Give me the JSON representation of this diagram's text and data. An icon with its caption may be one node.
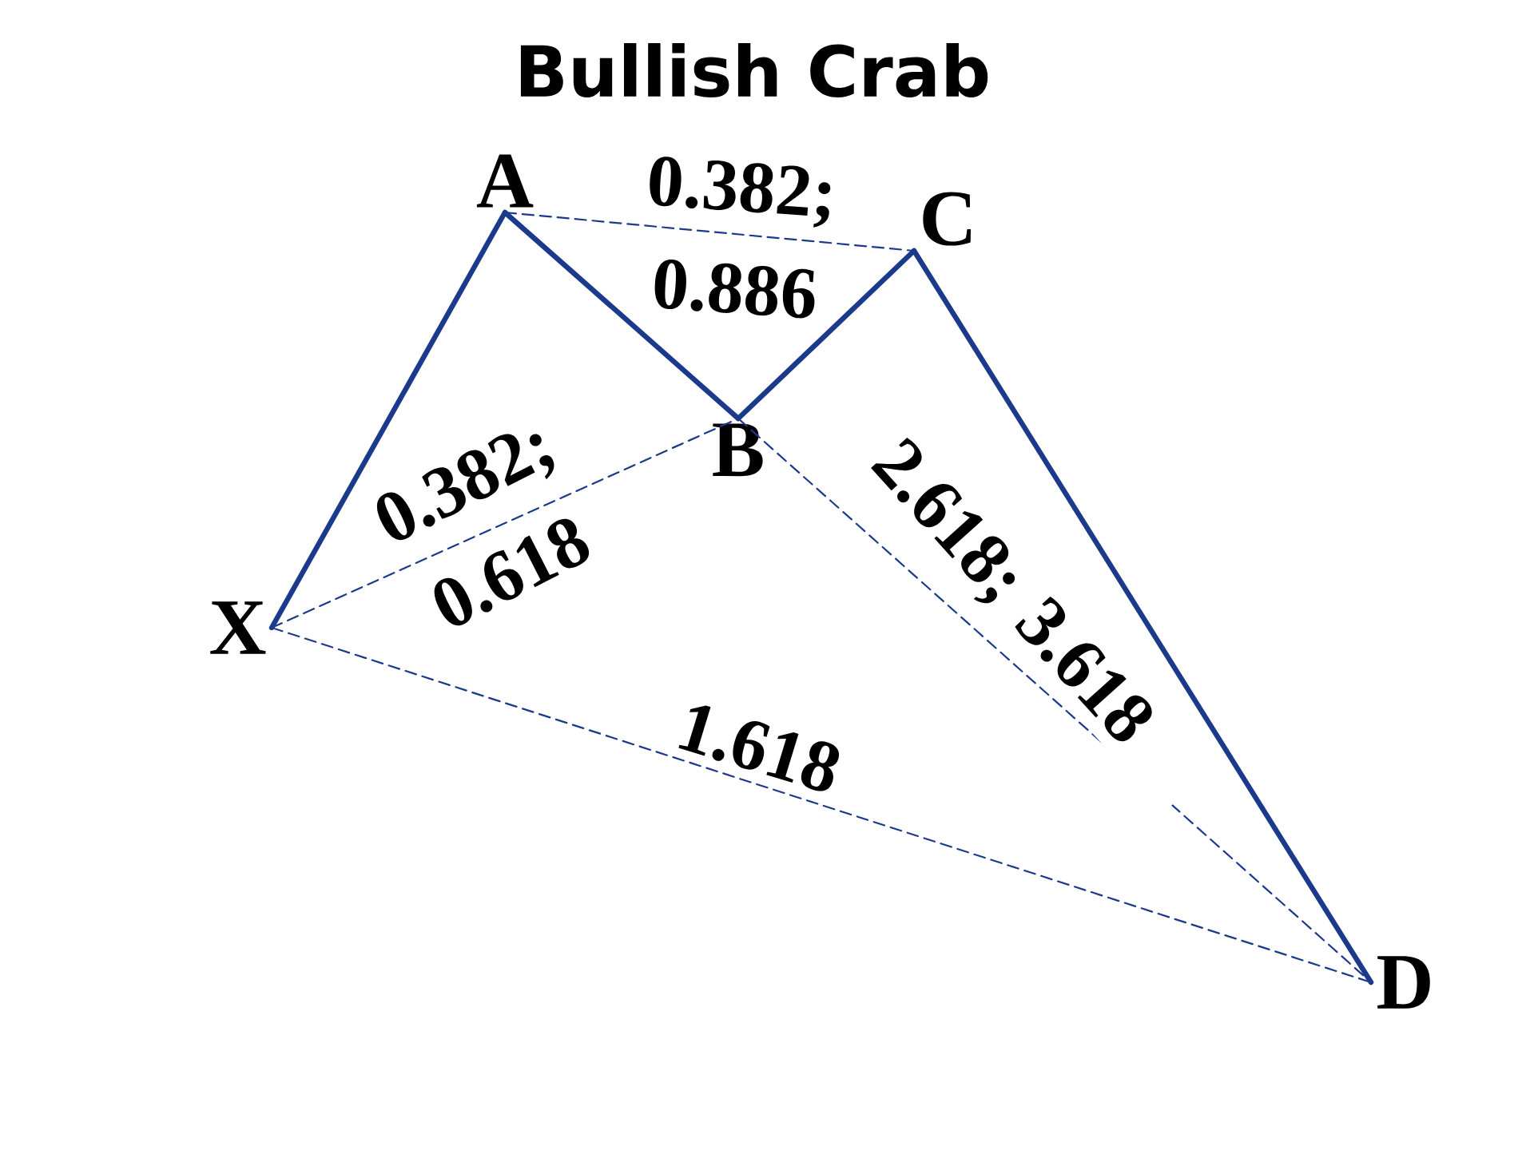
{
  "diagram": {
    "title": "Bullish Crab",
    "nodes": [
      {
        "text": [
          "X"
        ]
      },
      {
        "text": [
          "A"
        ]
      },
      {
        "text": [
          "B"
        ]
      },
      {
        "text": [
          "C"
        ]
      },
      {
        "text": [
          "D"
        ]
      }
    ],
    "edges": [
      {
        "from": 0,
        "to": 1,
        "arrow": "none",
        "style": "thick"
      },
      {
        "from": 1,
        "to": 2,
        "arrow": "none",
        "style": "thick"
      },
      {
        "from": 2,
        "to": 3,
        "arrow": "none",
        "style": "thick"
      },
      {
        "from": 3,
        "to": 4,
        "arrow": "none",
        "style": "thick"
      },
      {
        "from": 0,
        "to": 2,
        "arrow": "none",
        "style": "dashed",
        "label": "0.382; 0.618"
      },
      {
        "from": 1,
        "to": 3,
        "arrow": "none",
        "style": "dashed",
        "label": "0.382; 0.886"
      },
      {
        "from": 2,
        "to": 4,
        "arrow": "none",
        "style": "dashed",
        "label": "2.618; 3.618"
      },
      {
        "from": 0,
        "to": 4,
        "arrow": "none",
        "style": "dashed",
        "label": "1.618"
      }
    ]
  }
}
